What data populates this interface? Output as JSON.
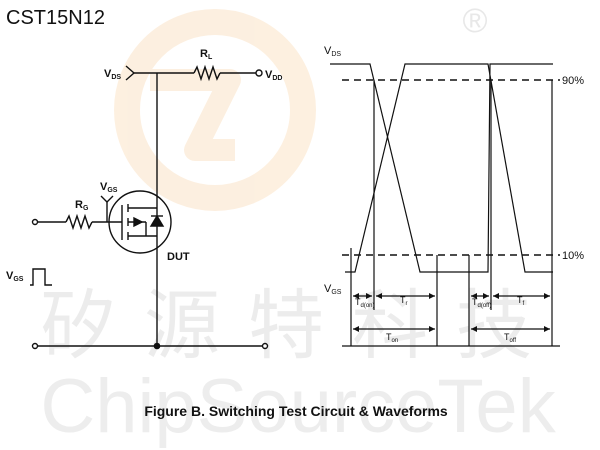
{
  "part_number": "CST15N12",
  "caption": "Figure B. Switching Test Circuit & Waveforms",
  "watermark": {
    "cn_text": "矽源特科技",
    "en_text": "ChipSourceTek",
    "registered": "®"
  },
  "circuit": {
    "vds": {
      "main": "V",
      "sub": "DS"
    },
    "vdd": {
      "main": "V",
      "sub": "DD"
    },
    "rl": {
      "main": "R",
      "sub": "L"
    },
    "rg": {
      "main": "R",
      "sub": "G"
    },
    "vgs_gate": {
      "main": "V",
      "sub": "GS"
    },
    "vgs_input": {
      "main": "V",
      "sub": "GS"
    },
    "dut": "DUT"
  },
  "waveforms": {
    "vds": {
      "main": "V",
      "sub": "DS"
    },
    "vgs": {
      "main": "V",
      "sub": "GS"
    },
    "pct_90": "90%",
    "pct_10": "10%",
    "td_on": {
      "main": "T",
      "sub": "d(on)"
    },
    "tr": {
      "main": "T",
      "sub": "r"
    },
    "td_off": {
      "main": "T",
      "sub": "d(off)"
    },
    "tf": {
      "main": "T",
      "sub": "f"
    },
    "ton": {
      "main": "T",
      "sub": "on"
    },
    "toff": {
      "main": "T",
      "sub": "off"
    }
  }
}
